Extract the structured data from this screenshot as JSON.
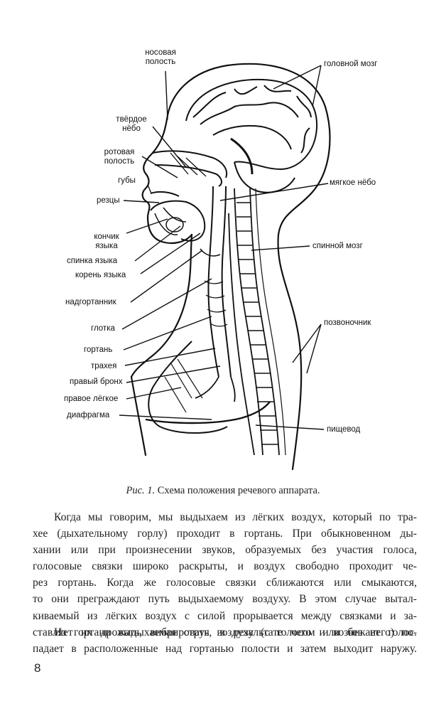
{
  "figure": {
    "labels": {
      "nasal_cavity": [
        "носовая",
        "полость"
      ],
      "brain": "головной мозг",
      "hard_palate": [
        "твёрдое",
        "нёбо"
      ],
      "oral_cavity": [
        "ротовая",
        "полость"
      ],
      "lips": "губы",
      "incisors": "резцы",
      "soft_palate": "мягкое нёбо",
      "tongue_tip": [
        "кончик",
        "языка"
      ],
      "spinal_cord": "спинной мозг",
      "tongue_back": "спинка языка",
      "tongue_root": "корень языка",
      "epiglottis": "надгортанник",
      "pharynx": "глотка",
      "spine": "позвоночник",
      "larynx": "гортань",
      "trachea": "трахея",
      "right_bronchus": "правый бронх",
      "right_lung": "правое лёгкое",
      "diaphragm": "диафрагма",
      "esophagus": "пищевод"
    },
    "caption": {
      "prefix": "Рис. 1.",
      "text": " Схема положения речевого аппарата."
    }
  },
  "body": {
    "paragraph1": [
      "Когда мы говорим, мы выдыхаем из лёгких воздух, который по тра-",
      "хее (дыхательному горлу) проходит в гортань. При обыкновенном ды-",
      "хании или при произнесении звуков, образуемых без участия голоса,",
      "голосовые связки широко раскрыты, и воздух свободно проходит че-",
      "рез гортань. Когда же голосовые связки сближаются или смыкаются,",
      "то они преграждают путь выдыхаемому воздуху. В этом случае вытал-",
      "киваемый из лёгких воздух с силой прорывается между связками и за-",
      "ставляет их дрожать, вибрировать, в результате чего и возникает голос."
    ],
    "paragraph2": [
      "Из гортани выдыхаемая струя воздуха (с голосом или без него) по-",
      "падает в расположенные над гортанью полости и затем выходит наружу."
    ]
  },
  "page_number": "8"
}
